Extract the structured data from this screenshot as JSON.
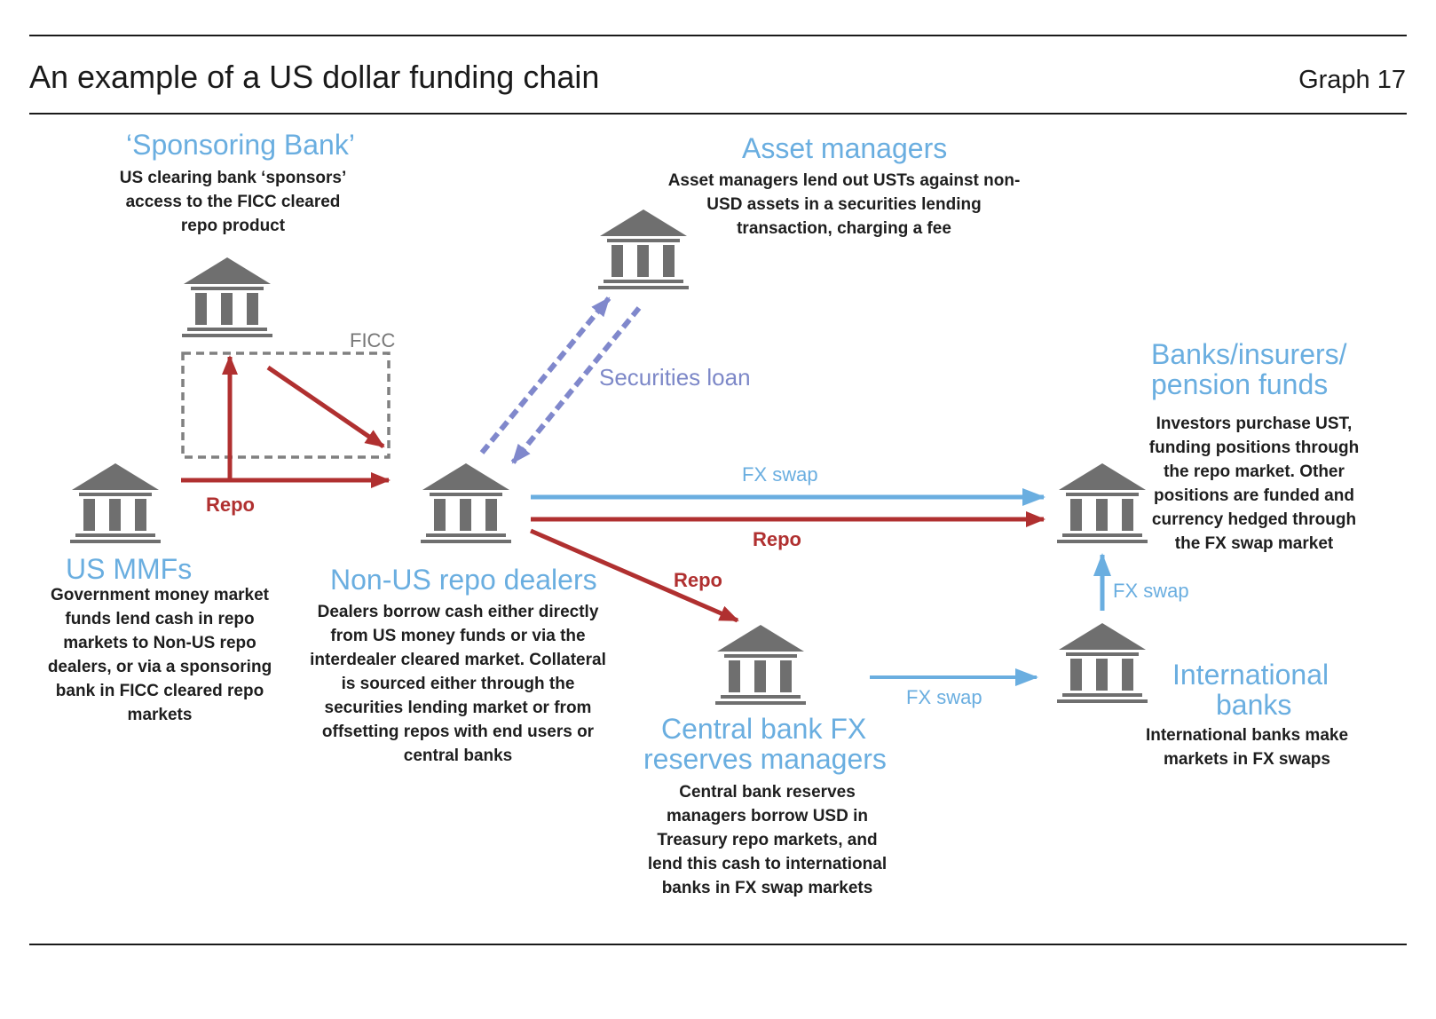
{
  "header": {
    "title": "An example of a US dollar funding chain",
    "graph_label": "Graph 17"
  },
  "nodes": {
    "sponsoring_bank": {
      "title": "‘Sponsoring Bank’",
      "desc": "US clearing bank ‘sponsors’ access to the FICC cleared repo product"
    },
    "asset_managers": {
      "title": "Asset managers",
      "desc": "Asset managers lend out USTs against non-USD assets in a securities lending transaction, charging a fee"
    },
    "banks_insurers": {
      "title_line1": "Banks/insurers/",
      "title_line2": "pension funds",
      "desc": "Investors purchase UST, funding positions through the repo market. Other positions are funded and currency hedged through the FX swap market"
    },
    "us_mmfs": {
      "title": "US MMFs",
      "desc": "Government money market funds lend cash in repo markets to Non-US repo dealers, or via a sponsoring bank in FICC cleared repo markets"
    },
    "non_us_dealers": {
      "title": "Non-US repo dealers",
      "desc": "Dealers borrow cash either directly from US money funds or via the interdealer cleared market. Collateral is sourced either through the securities lending market or from offsetting repos with end users or central banks"
    },
    "central_bank": {
      "title_line1": "Central bank FX",
      "title_line2": "reserves managers",
      "desc": "Central bank reserves managers borrow USD in Treasury repo markets, and lend this cash to international banks in FX swap markets"
    },
    "intl_banks": {
      "title_line1": "International",
      "title_line2": "banks",
      "desc": "International banks make markets in FX swaps"
    }
  },
  "flow_labels": {
    "ficc": "FICC",
    "repo_mmf": "Repo",
    "securities_loan": "Securities loan",
    "fx_swap_top": "FX swap",
    "repo_top": "Repo",
    "repo_central": "Repo",
    "fx_swap_central": "FX swap",
    "fx_swap_up": "FX swap"
  },
  "colors": {
    "heading": "#6aaee0",
    "repo": "#b03030",
    "fx_swap": "#6aaee0",
    "securities_loan": "#8088cc",
    "bank_icon": "#6f6f6f"
  }
}
